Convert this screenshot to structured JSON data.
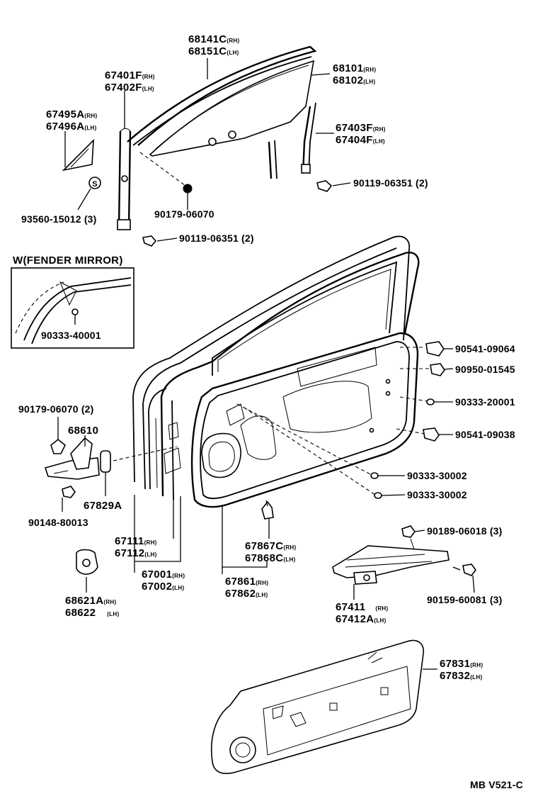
{
  "diagram_code": "MB V521-C",
  "inset": {
    "title": "W(FENDER  MIRROR)",
    "part": "90333-40001"
  },
  "labels": {
    "p68141": "68141C",
    "p68141_s": "(RH)",
    "p68151": "68151C",
    "p68151_s": "(LH)",
    "p68101": "68101",
    "p68101_s": "(RH)",
    "p68102": "68102",
    "p68102_s": "(LH)",
    "p67401": "67401F",
    "p67401_s": "(RH)",
    "p67402": "67402F",
    "p67402_s": "(LH)",
    "p67495": "67495A",
    "p67495_s": "(RH)",
    "p67496": "67496A",
    "p67496_s": "(LH)",
    "p67403": "67403F",
    "p67403_s": "(RH)",
    "p67404": "67404F",
    "p67404_s": "(LH)",
    "p90119a": "90119-06351 (2)",
    "p90179a": "90179-06070",
    "p93560": "93560-15012 (3)",
    "p90119b": "90119-06351 (2)",
    "p90541a": "90541-09064",
    "p90950": "90950-01545",
    "p90333a": "90333-20001",
    "p90541b": "90541-09038",
    "p90333b": "90333-30002",
    "p90333c": "90333-30002",
    "p90179b": "90179-06070 (2)",
    "p68610": "68610",
    "p67829": "67829A",
    "p90148": "90148-80013",
    "p67111": "67111",
    "p67111_s": "(RH)",
    "p67112": "67112",
    "p67112_s": "(LH)",
    "p67001": "67001",
    "p67001_s": "(RH)",
    "p67002": "67002",
    "p67002_s": "(LH)",
    "p67867": "67867C",
    "p67867_s": "(RH)",
    "p67868": "67868C",
    "p67868_s": "(LH)",
    "p67861": "67861",
    "p67861_s": "(RH)",
    "p67862": "67862",
    "p67862_s": "(LH)",
    "p68621": "68621A",
    "p68621_s": "(RH)",
    "p68622": "68622",
    "p68622_s": "(LH)",
    "p90189": "90189-06018 (3)",
    "p90159": "90159-60081 (3)",
    "p67411": "67411",
    "p67411_s": "(RH)",
    "p67412": "67412A",
    "p67412_s": "(LH)",
    "p67831": "67831",
    "p67831_s": "(RH)",
    "p67832": "67832",
    "p67832_s": "(LH)",
    "s_mark": "S"
  }
}
